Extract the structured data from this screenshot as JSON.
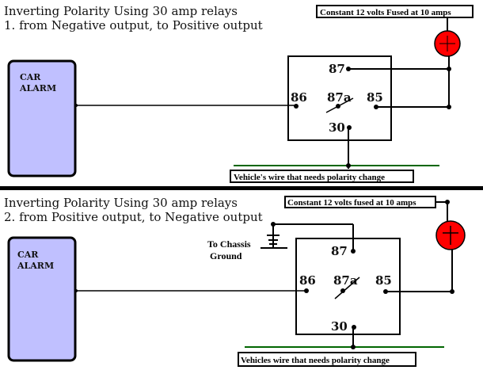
{
  "colors": {
    "alarm_fill": "#c0c0ff",
    "fuse_fill": "#ff0000",
    "vehicle_wire": "#006600",
    "wire": "#000000"
  },
  "diagram1": {
    "title_line1": "Inverting Polarity Using 30 amp relays",
    "title_line2": "1. from Negative output, to Positive output",
    "fuse_label": "Constant 12 volts Fused at 10 amps",
    "fuse_symbol": "+",
    "alarm_line1": "CAR",
    "alarm_line2": "ALARM",
    "pins": {
      "p87": "87",
      "p86": "86",
      "p87a": "87a",
      "p85": "85",
      "p30": "30"
    },
    "vehicle_label": "Vehicle's wire that needs polarity change"
  },
  "diagram2": {
    "title_line1": "Inverting Polarity Using 30 amp relays",
    "title_line2": "2. from Positive output,  to Negative output",
    "fuse_label": "Constant 12 volts fused at 10 amps",
    "fuse_symbol": "+",
    "ground_line1": "To Chassis",
    "ground_line2": "Ground",
    "alarm_line1": "CAR",
    "alarm_line2": "ALARM",
    "pins": {
      "p87": "87",
      "p86": "86",
      "p87a": "87a",
      "p85": "85",
      "p30": "30"
    },
    "vehicle_label": "Vehicles wire that needs polarity change"
  }
}
